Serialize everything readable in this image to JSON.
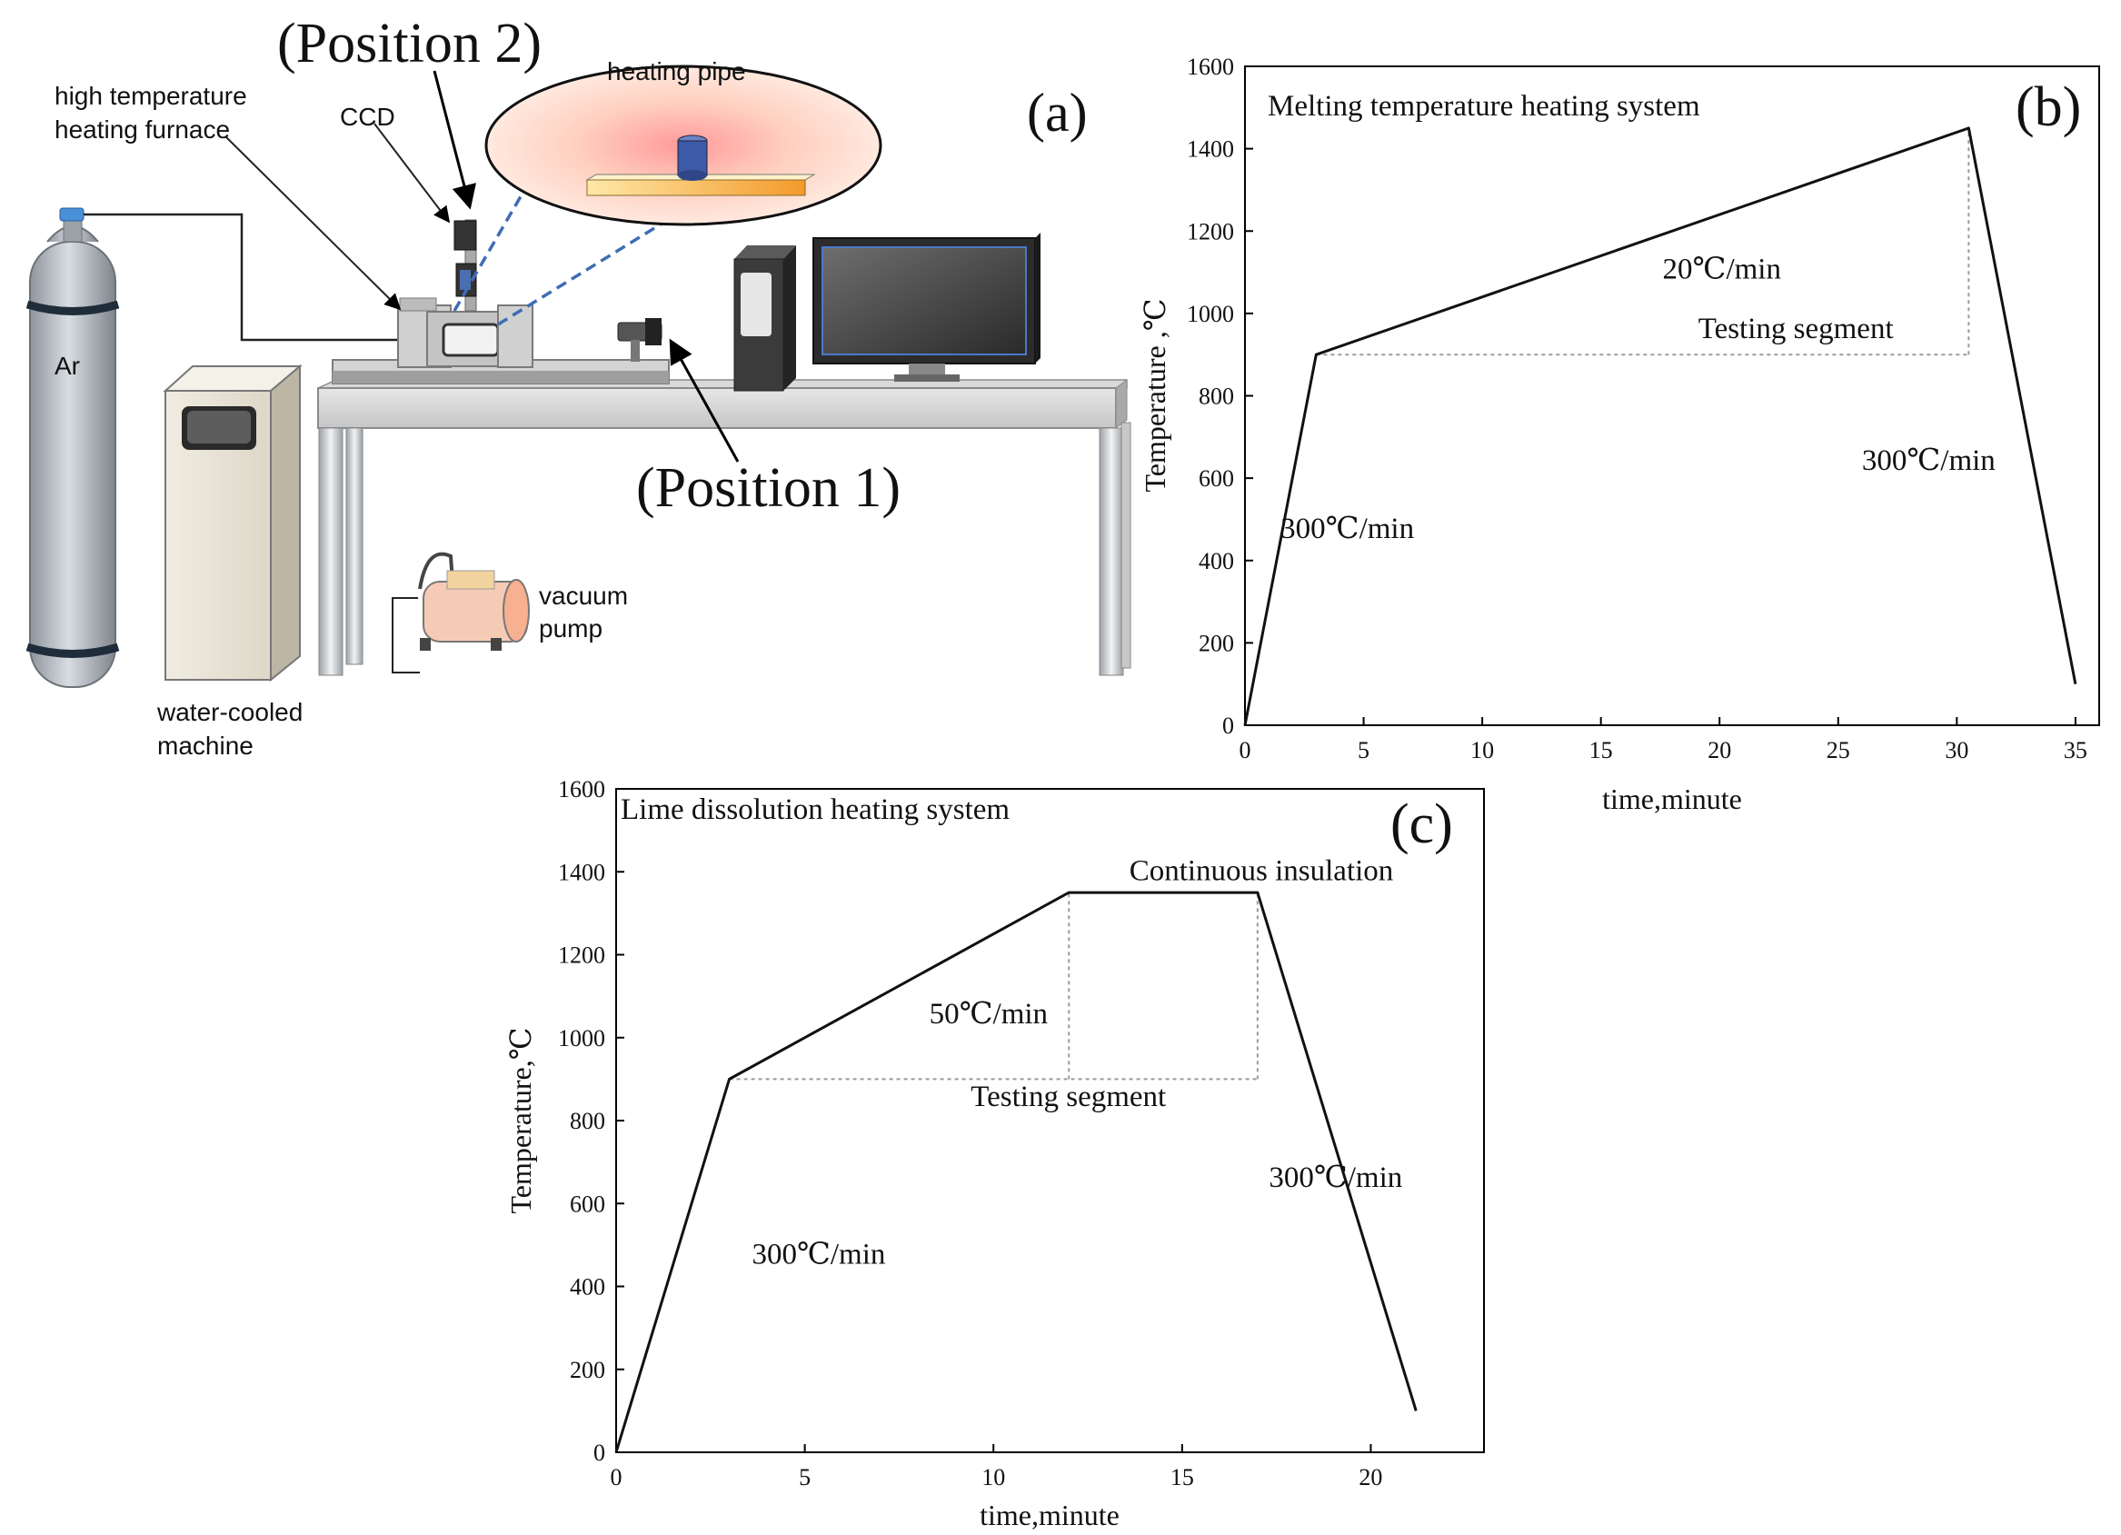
{
  "panel_a": {
    "label": "(a)",
    "position2": "(Position 2)",
    "position1": "(Position 1)",
    "heating_pipe": "heating pipe",
    "ccd": "CCD",
    "furnace_line1": "high temperature",
    "furnace_line2": "heating furnace",
    "gas": "Ar",
    "vacuum_line1": "vacuum",
    "vacuum_line2": "pump",
    "water_line1": "water-cooled",
    "water_line2": "machine"
  },
  "chart_data": [
    {
      "type": "line",
      "panel_label": "(b)",
      "title": "Melting temperature heating system",
      "xlabel": "time,minute",
      "ylabel": "Temperature ,℃",
      "xlim": [
        0,
        36
      ],
      "ylim": [
        0,
        1600
      ],
      "xticks": [
        0,
        5,
        10,
        15,
        20,
        25,
        30,
        35
      ],
      "yticks": [
        0,
        200,
        400,
        600,
        800,
        1000,
        1200,
        1400,
        1600
      ],
      "grid": false,
      "series": [
        {
          "x": [
            0,
            3,
            30.5,
            35
          ],
          "y": [
            0,
            900,
            1450,
            100
          ]
        }
      ],
      "guides": [
        {
          "x": [
            3,
            30.5
          ],
          "y": [
            900,
            900
          ]
        },
        {
          "x": [
            30.5,
            30.5
          ],
          "y": [
            900,
            1450
          ]
        }
      ],
      "annotations": [
        {
          "text": "20℃/min",
          "x": 17.6,
          "y": 1085
        },
        {
          "text": "Testing segment",
          "x": 19.1,
          "y": 940
        },
        {
          "text": "300℃/min",
          "x": 1.5,
          "y": 455
        },
        {
          "text": "300℃/min",
          "x": 26.0,
          "y": 620
        }
      ]
    },
    {
      "type": "line",
      "panel_label": "(c)",
      "title": "Lime dissolution heating system",
      "xlabel": "time,minute",
      "ylabel": "Temperature,℃",
      "xlim": [
        0,
        23
      ],
      "ylim": [
        0,
        1600
      ],
      "xticks": [
        0,
        5,
        10,
        15,
        20
      ],
      "yticks": [
        0,
        200,
        400,
        600,
        800,
        1000,
        1200,
        1400,
        1600
      ],
      "grid": false,
      "series": [
        {
          "x": [
            0,
            3,
            12,
            17,
            21.2
          ],
          "y": [
            0,
            900,
            1350,
            1350,
            100
          ]
        }
      ],
      "guides": [
        {
          "x": [
            3,
            17
          ],
          "y": [
            900,
            900
          ]
        },
        {
          "x": [
            12,
            12
          ],
          "y": [
            900,
            1350
          ]
        },
        {
          "x": [
            17,
            17
          ],
          "y": [
            900,
            1350
          ]
        }
      ],
      "annotations": [
        {
          "text": "Continuous insulation",
          "x": 13.6,
          "y": 1380
        },
        {
          "text": "50℃/min",
          "x": 8.3,
          "y": 1035
        },
        {
          "text": "Testing segment",
          "x": 9.4,
          "y": 835
        },
        {
          "text": "300℃/min",
          "x": 3.6,
          "y": 455
        },
        {
          "text": "300℃/min",
          "x": 17.3,
          "y": 640
        }
      ]
    }
  ]
}
